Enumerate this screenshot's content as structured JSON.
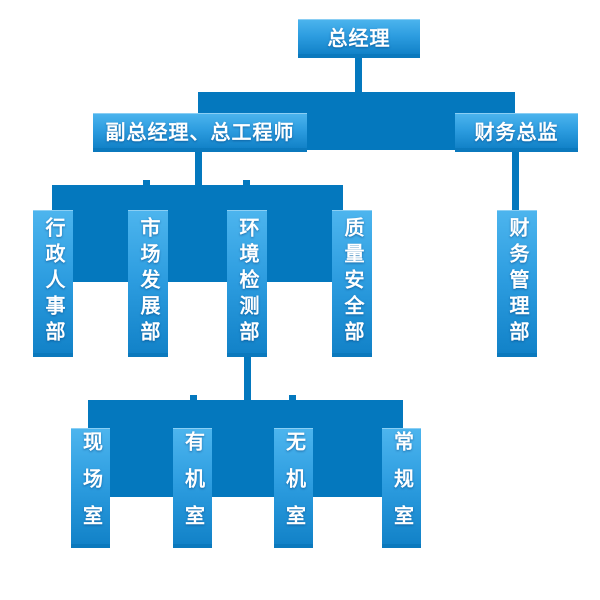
{
  "org": {
    "root": {
      "label": "总经理"
    },
    "level2": [
      {
        "label": "副总经理、总工程师"
      },
      {
        "label": "财务总监"
      }
    ],
    "level3": [
      {
        "label": "行政人事部",
        "parent": "副总经理、总工程师"
      },
      {
        "label": "市场发展部",
        "parent": "副总经理、总工程师"
      },
      {
        "label": "环境检测部",
        "parent": "副总经理、总工程师"
      },
      {
        "label": "质量安全部",
        "parent": "副总经理、总工程师"
      },
      {
        "label": "财务管理部",
        "parent": "财务总监"
      }
    ],
    "level4": [
      {
        "label": "现场室",
        "parent": "环境检测部"
      },
      {
        "label": "有机室",
        "parent": "环境检测部"
      },
      {
        "label": "无机室",
        "parent": "环境检测部"
      },
      {
        "label": "常规室",
        "parent": "环境检测部"
      }
    ]
  },
  "colors": {
    "bar": "#0478be",
    "boxTop": "#4db5ee",
    "boxBottom": "#1282c8",
    "boxEdge": "#0b79bd",
    "text": "#ffffff",
    "background": "#ffffff"
  }
}
